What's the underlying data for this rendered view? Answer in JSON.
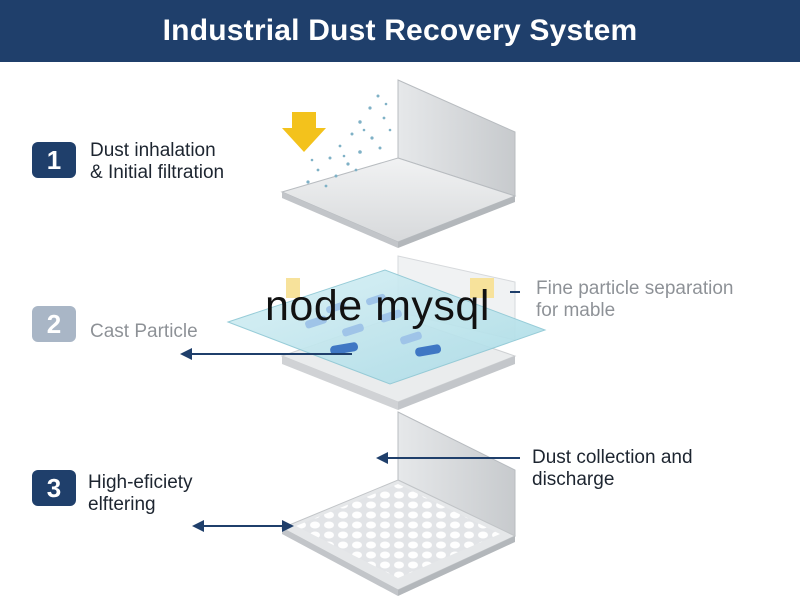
{
  "title": "Industrial Dust Recovery System",
  "steps": [
    {
      "number": "1",
      "label_line1": "Dust inhalation",
      "label_line2": "& Initial filtration"
    },
    {
      "number": "2",
      "label_left": "Cast Particle",
      "label_right_line1": "Fine particle separation",
      "label_right_line2": "for mable"
    },
    {
      "number": "3",
      "label_left_line1": "High-eficiety",
      "label_left_line2": "elftering",
      "label_right_line1": "Dust collection and",
      "label_right_line2": "discharge"
    }
  ],
  "watermark": "node mysql",
  "colors": {
    "title_bar": "#1f3f6b",
    "badge_active": "#1f3f6b",
    "badge_faded": "#a9b6c6",
    "arrow_yellow": "#f3c21c",
    "filter_tint": "#bfe6ee",
    "panel_gray": "#d9dcdf",
    "arrow_line": "#1f3f6b"
  },
  "icons": [
    "down-arrow-icon",
    "dust-particles-icon",
    "filter-plate-icon",
    "perforated-collector-icon"
  ]
}
